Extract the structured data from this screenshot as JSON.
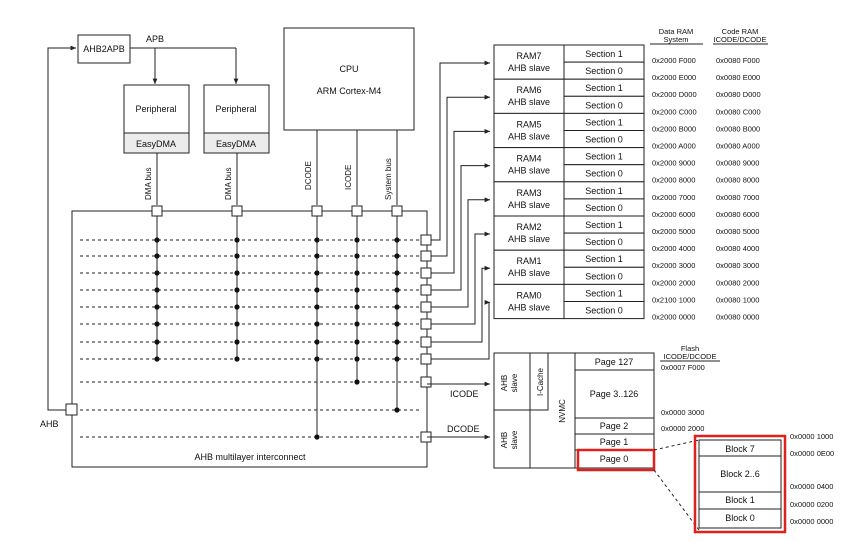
{
  "apb": {
    "bridge_label": "AHB2APB",
    "bus_label": "APB",
    "peripherals": [
      {
        "name": "Peripheral",
        "dma": "EasyDMA",
        "bus": "DMA bus"
      },
      {
        "name": "Peripheral",
        "dma": "EasyDMA",
        "bus": "DMA bus"
      }
    ]
  },
  "cpu": {
    "title": "CPU",
    "subtitle": "ARM Cortex-M4",
    "buses": [
      "DCODE",
      "ICODE",
      "System bus"
    ]
  },
  "interconnect": {
    "label": "AHB multilayer interconnect",
    "ahb_label": "AHB",
    "icode_label": "ICODE",
    "dcode_label": "DCODE"
  },
  "ram": {
    "header_data": [
      "Data RAM",
      "System"
    ],
    "header_code": [
      "Code RAM",
      "ICODE/DCODE"
    ],
    "blocks": [
      {
        "name": "RAM7",
        "slave": "AHB slave"
      },
      {
        "name": "RAM6",
        "slave": "AHB slave"
      },
      {
        "name": "RAM5",
        "slave": "AHB slave"
      },
      {
        "name": "RAM4",
        "slave": "AHB slave"
      },
      {
        "name": "RAM3",
        "slave": "AHB slave"
      },
      {
        "name": "RAM2",
        "slave": "AHB slave"
      },
      {
        "name": "RAM1",
        "slave": "AHB slave"
      },
      {
        "name": "RAM0",
        "slave": "AHB slave"
      }
    ],
    "section_labels": [
      "Section 1",
      "Section 0"
    ],
    "data_addresses": [
      "0x2000 F000",
      "0x2000 E000",
      "0x2000 D000",
      "0x2000 C000",
      "0x2000 B000",
      "0x2000 A000",
      "0x2000 9000",
      "0x2000 8000",
      "0x2000 7000",
      "0x2000 6000",
      "0x2000 5000",
      "0x2000 4000",
      "0x2000 3000",
      "0x2000 2000",
      "0x2100 1000",
      "0x2000 0000"
    ],
    "code_addresses": [
      "0x0080 F000",
      "0x0080 E000",
      "0x0080 D000",
      "0x0080 C000",
      "0x0080 B000",
      "0x0080 A000",
      "0x0080 9000",
      "0x0080 8000",
      "0x0080 7000",
      "0x0080 6000",
      "0x0080 5000",
      "0x0080 4000",
      "0x0080 3000",
      "0x0080 2000",
      "0x0080 1000",
      "0x0080 0000"
    ]
  },
  "flash": {
    "header": [
      "Flash",
      "ICODE/DCODE"
    ],
    "slave_label": [
      "AHB",
      "slave"
    ],
    "icache_label": "I-Cache",
    "nvmc_label": "NVMC",
    "pages": [
      "Page 127",
      "Page 3..126",
      "Page 2",
      "Page 1",
      "Page 0"
    ],
    "page_addresses": [
      "0x0007 F000",
      "0x0000 3000",
      "0x0000 2000"
    ]
  },
  "page0_blocks": {
    "blocks": [
      "Block 7",
      "Block 2..6",
      "Block 1",
      "Block 0"
    ],
    "addresses": [
      "0x0000 1000",
      "0x0000 0E00",
      "0x0000 0400",
      "0x0000 0200",
      "0x0000 0000"
    ]
  },
  "colors": {
    "highlight": "#e0201c",
    "easydma_fill": "#ececec"
  }
}
